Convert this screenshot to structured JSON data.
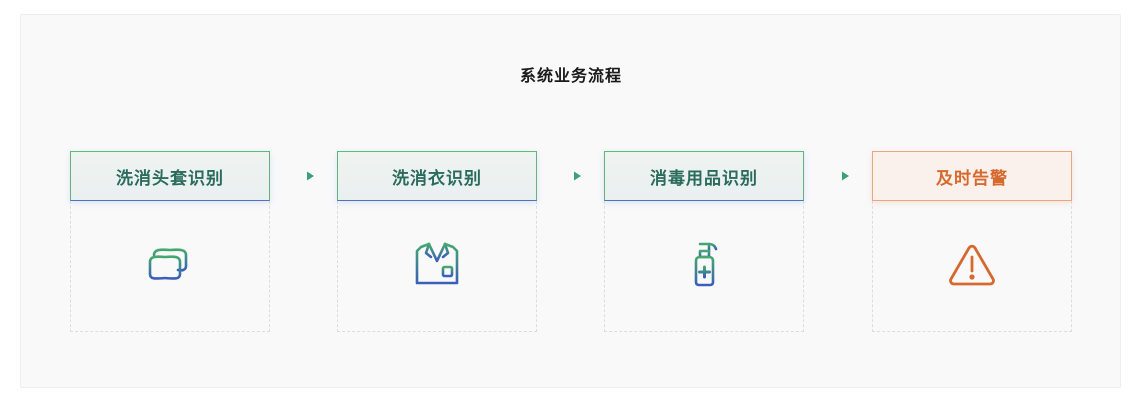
{
  "diagram": {
    "title": "系统业务流程",
    "steps": [
      {
        "label": "洗消头套识别",
        "icon": "headcover-icon",
        "type": "normal"
      },
      {
        "label": "洗消衣识别",
        "icon": "gown-icon",
        "type": "normal"
      },
      {
        "label": "消毒用品识别",
        "icon": "sanitizer-bottle-icon",
        "type": "normal"
      },
      {
        "label": "及时告警",
        "icon": "warning-icon",
        "type": "alert"
      }
    ],
    "colors": {
      "green": "#3f9e74",
      "blue": "#3a62b8",
      "teal": "#2a6b5c",
      "orange": "#d66a2e"
    }
  }
}
